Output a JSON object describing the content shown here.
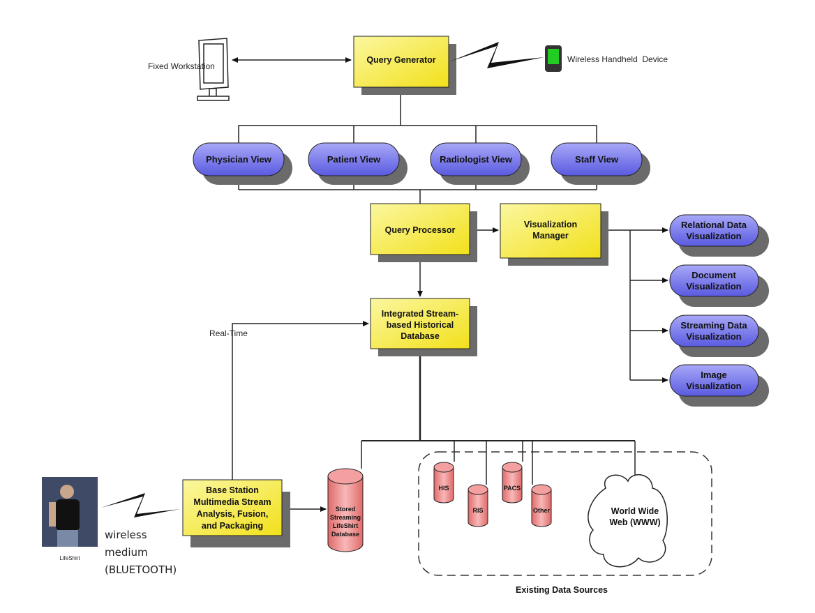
{
  "nodes": {
    "fixed_workstation": "Fixed Workstation",
    "query_generator": "Query Generator",
    "wireless_handheld": "Wireless Handheld  Device",
    "views": [
      "Physician View",
      "Patient View",
      "Radiologist View",
      "Staff View"
    ],
    "query_processor": "Query Processor",
    "visualization_manager": [
      "Visualization",
      "Manager"
    ],
    "visualizations": [
      [
        "Relational Data",
        "Visualization"
      ],
      [
        "Document",
        "Visualization"
      ],
      [
        "Streaming Data",
        "Visualization"
      ],
      [
        "Image",
        "Visualization"
      ]
    ],
    "integrated_db": [
      "Integrated Stream-",
      "based Historical",
      "Database"
    ],
    "real_time": "Real-Time",
    "base_station": [
      "Base Station",
      "Multimedia Stream",
      "Analysis, Fusion,",
      "and Packaging"
    ],
    "stored_db": [
      "Stored",
      "Streaming",
      "LifeShirt",
      "Database"
    ],
    "sources": [
      "HIS",
      "RIS",
      "PACS",
      "Other"
    ],
    "www": [
      "World Wide",
      "Web (WWW)"
    ],
    "existing_sources": "Existing Data Sources",
    "lifeshirt": "LifeShirt",
    "wireless_medium": [
      "wireless",
      "medium",
      "(BLUETOOTH)"
    ]
  },
  "colors": {
    "box_fill": "#f5ee55",
    "pill_fill": "#6f6fe8",
    "cylinder_fill": "#ee8a8a",
    "handheld_screen": "#22cc22",
    "shadow": "#6b6b6b"
  }
}
